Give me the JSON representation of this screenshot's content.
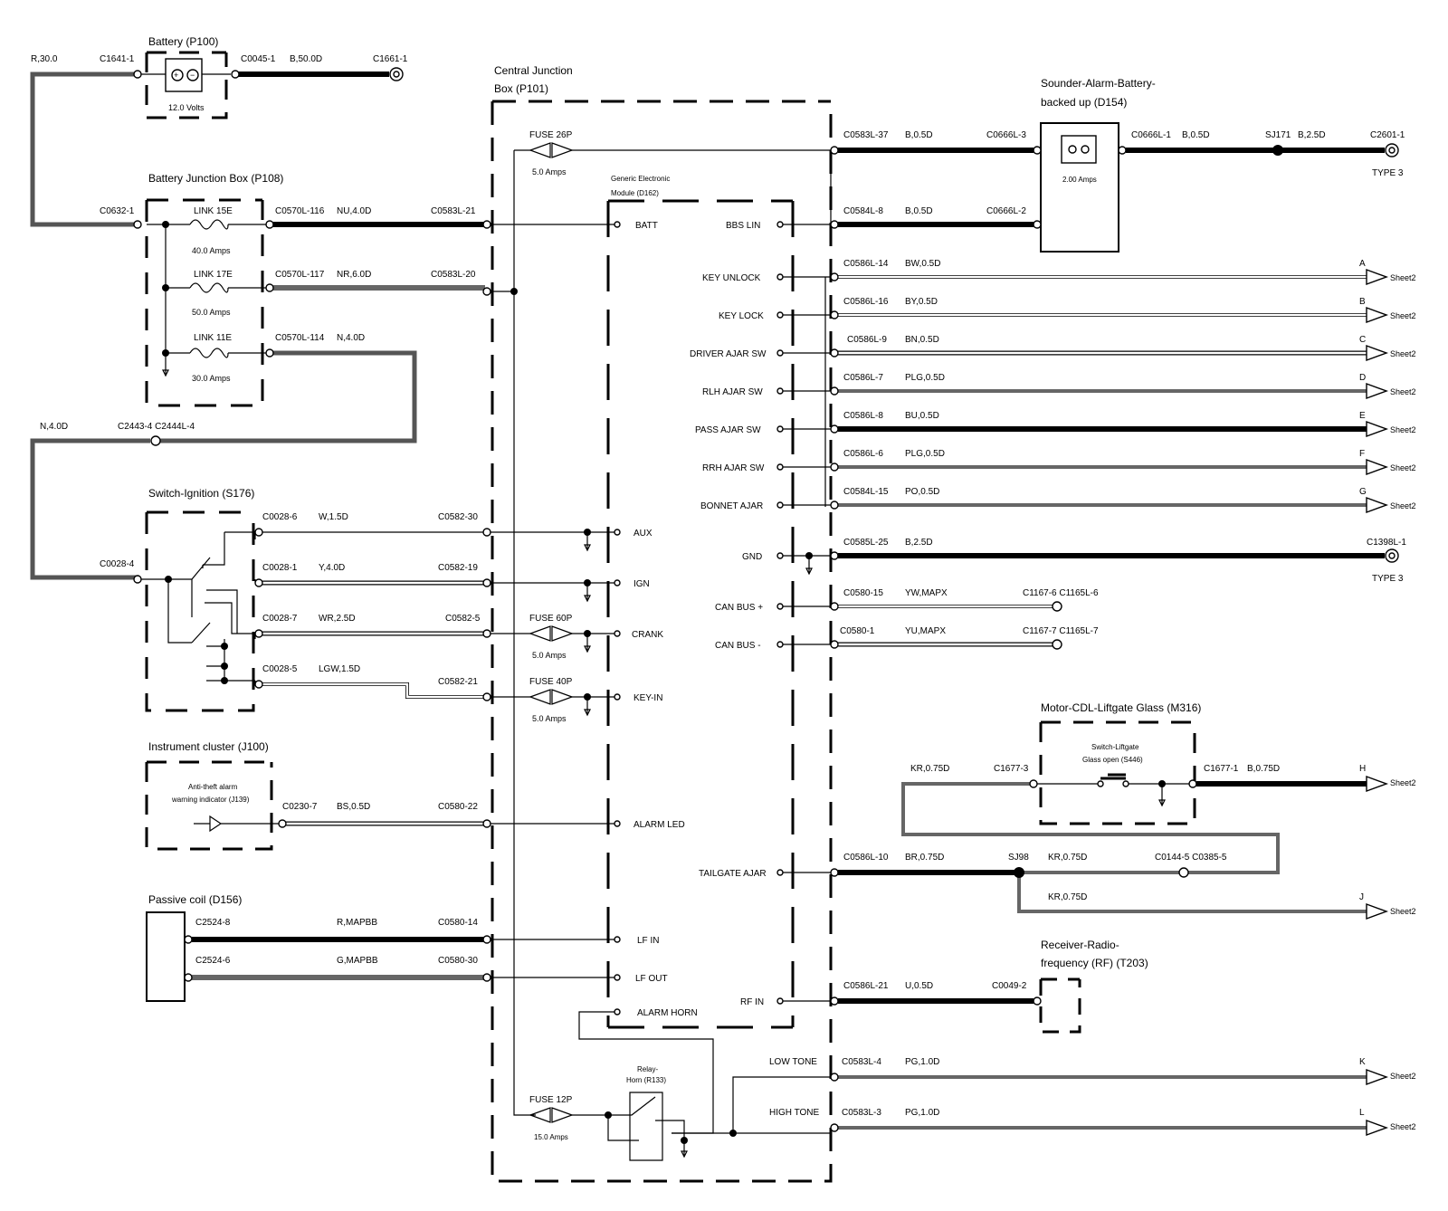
{
  "components": {
    "battery": {
      "title": "Battery (P100)",
      "volts": "12.0 Volts"
    },
    "bjb": {
      "title": "Battery Junction Box (P108)"
    },
    "cjb": {
      "title_line1": "Central Junction",
      "title_line2": "Box (P101)"
    },
    "gem": {
      "title_line1": "Generic Electronic",
      "title_line2": "Module (D162)"
    },
    "sounder": {
      "title_line1": "Sounder-Alarm-Battery-",
      "title_line2": "backed up (D154)",
      "rating": "2.00 Amps"
    },
    "ignition": {
      "title": "Switch-Ignition (S176)"
    },
    "cluster": {
      "title": "Instrument cluster (J100)",
      "indicator_line1": "Anti-theft alarm",
      "indicator_line2": "warning indicator (J139)"
    },
    "coil": {
      "title": "Passive coil (D156)"
    },
    "motor": {
      "title": "Motor-CDL-Liftgate Glass (M316)",
      "switch_line1": "Switch-Liftgate",
      "switch_line2": "Glass open (S446)"
    },
    "receiver": {
      "title_line1": "Receiver-Radio-",
      "title_line2": "frequency (RF) (T203)"
    },
    "relay": {
      "title_line1": "Relay-",
      "title_line2": "Horn (R133)"
    }
  },
  "links": [
    {
      "name": "LINK 15E",
      "rating": "40.0 Amps"
    },
    {
      "name": "LINK 17E",
      "rating": "50.0 Amps"
    },
    {
      "name": "LINK 11E",
      "rating": "30.0 Amps"
    }
  ],
  "fuses": [
    {
      "name": "FUSE 26P",
      "rating": "5.0 Amps"
    },
    {
      "name": "FUSE 60P",
      "rating": "5.0 Amps"
    },
    {
      "name": "FUSE 40P",
      "rating": "5.0 Amps"
    },
    {
      "name": "FUSE 12P",
      "rating": "15.0 Amps"
    }
  ],
  "gem_pins_left": [
    "BATT",
    "AUX",
    "IGN",
    "CRANK",
    "KEY-IN",
    "ALARM LED",
    "LF IN",
    "LF OUT",
    "ALARM HORN"
  ],
  "gem_pins_right": [
    "BBS LIN",
    "KEY UNLOCK",
    "KEY LOCK",
    "DRIVER AJAR SW",
    "RLH AJAR SW",
    "PASS AJAR SW",
    "RRH AJAR SW",
    "BONNET AJAR",
    "GND",
    "CAN BUS +",
    "CAN BUS -",
    "TAILGATE AJAR",
    "RF IN",
    "LOW TONE",
    "HIGH TONE"
  ],
  "wire_labels": {
    "bat_in_wire": "R,30.0",
    "bat_in_conn": "C1641-1",
    "bat_out_conn": "C0045-1",
    "bat_out_wire": "B,50.0D",
    "bat_gnd": "C1661-1",
    "bjb_in": "C0632-1",
    "l1_conn": "C0570L-116",
    "l1_wire": "NU,4.0D",
    "l1_cjb": "C0583L-21",
    "l2_conn": "C0570L-117",
    "l2_wire": "NR,6.0D",
    "l2_cjb": "C0583L-20",
    "l3_conn": "C0570L-114",
    "l3_wire": "N,4.0D",
    "n4_wire": "N,4.0D",
    "n4_conn": "C2443-4 C2444L-4",
    "ign_in": "C0028-4",
    "aux_conn": "C0028-6",
    "aux_wire": "W,1.5D",
    "aux_cjb": "C0582-30",
    "ign_conn": "C0028-1",
    "ign_wire": "Y,4.0D",
    "ign_cjb": "C0582-19",
    "crk_conn": "C0028-7",
    "crk_wire": "WR,2.5D",
    "crk_cjb": "C0582-5",
    "key_conn": "C0028-5",
    "key_wire": "LGW,1.5D",
    "key_cjb": "C0582-21",
    "led_conn": "C0230-7",
    "led_wire": "BS,0.5D",
    "led_cjb": "C0580-22",
    "lf1_conn": "C2524-8",
    "lf1_wire": "R,MAPBB",
    "lf1_cjb": "C0580-14",
    "lf2_conn": "C2524-6",
    "lf2_wire": "G,MAPBB",
    "lf2_cjb": "C0580-30",
    "s1_conn": "C0583L-37",
    "s1_wire": "B,0.5D",
    "s1_dconn": "C0666L-3",
    "s2_conn": "C0584L-8",
    "s2_wire": "B,0.5D",
    "s2_dconn": "C0666L-2",
    "so_conn": "C0666L-1",
    "so_wire": "B,0.5D",
    "so_sj": "SJ171",
    "so_wire2": "B,2.5D",
    "so_gnd": "C2601-1",
    "type3": "TYPE 3",
    "gnd_conn": "C0585L-25",
    "gnd_wire": "B,2.5D",
    "gnd_gnd": "C1398L-1",
    "canp_conn": "C0580-15",
    "canp_wire": "YW,MAPX",
    "canp_end": "C1167-6 C1165L-6",
    "canm_conn": "C0580-1",
    "canm_wire": "YU,MAPX",
    "canm_end": "C1167-7 C1165L-7",
    "tg_conn": "C0586L-10",
    "tg_wire": "BR,0.75D",
    "tg_sj": "SJ98",
    "tg_wire2": "KR,0.75D",
    "tg_end": "C0144-5 C0385-5",
    "tg_wire3": "KR,0.75D",
    "m_wire_l": "KR,0.75D",
    "m_conn_l": "C1677-3",
    "m_conn_r": "C1677-1",
    "m_wire_r": "B,0.75D",
    "rf_conn": "C0586L-21",
    "rf_wire": "U,0.5D",
    "rf_end": "C0049-2",
    "lt_conn": "C0583L-4",
    "lt_wire": "PG,1.0D",
    "ht_conn": "C0583L-3",
    "ht_wire": "PG,1.0D"
  },
  "sheet_outputs": [
    {
      "letter": "A",
      "sheet": "Sheet2",
      "conn": "C0586L-14",
      "wire": "BW,0.5D"
    },
    {
      "letter": "B",
      "sheet": "Sheet2",
      "conn": "C0586L-16",
      "wire": "BY,0.5D"
    },
    {
      "letter": "C",
      "sheet": "Sheet2",
      "conn": "C0586L-9",
      "wire": "BN,0.5D"
    },
    {
      "letter": "D",
      "sheet": "Sheet2",
      "conn": "C0586L-7",
      "wire": "PLG,0.5D"
    },
    {
      "letter": "E",
      "sheet": "Sheet2",
      "conn": "C0586L-8",
      "wire": "BU,0.5D"
    },
    {
      "letter": "F",
      "sheet": "Sheet2",
      "conn": "C0586L-6",
      "wire": "PLG,0.5D"
    },
    {
      "letter": "G",
      "sheet": "Sheet2",
      "conn": "C0584L-15",
      "wire": "PO,0.5D"
    },
    {
      "letter": "H",
      "sheet": "Sheet2"
    },
    {
      "letter": "J",
      "sheet": "Sheet2"
    },
    {
      "letter": "K",
      "sheet": "Sheet2"
    },
    {
      "letter": "L",
      "sheet": "Sheet2"
    }
  ]
}
